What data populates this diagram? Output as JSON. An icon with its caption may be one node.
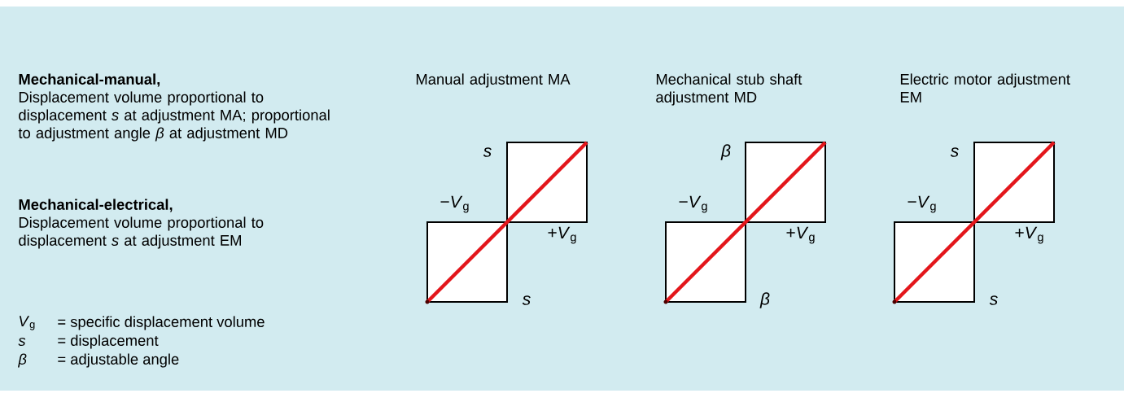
{
  "diagram": {
    "labels": [
      "Mechanical-manual,",
      "Displacement volume proportional to displacement *s* at adjustment MA; proportional to adjustment angle *β* at adjustment MD",
      "Mechanical-electrical,",
      "Displacement volume proportional to displacement *s* at adjustment EM",
      "*V*$_{g}$",
      "= specific displacement volume",
      "s",
      "= displacement",
      "β",
      "= adjustable angle",
      "Manual adjustment MA",
      "Mechanical stub shaft adjustment MD",
      "Electric motor adjustment EM",
      "s",
      "−*V*$_{g}$",
      "+*V*$_{g}$",
      "s",
      "β",
      "−*V*$_{g}$",
      "+*V*$_{g}$",
      "β",
      "s",
      "−*V*$_{g}$",
      "+*V*$_{g}$",
      "s"
    ]
  }
}
